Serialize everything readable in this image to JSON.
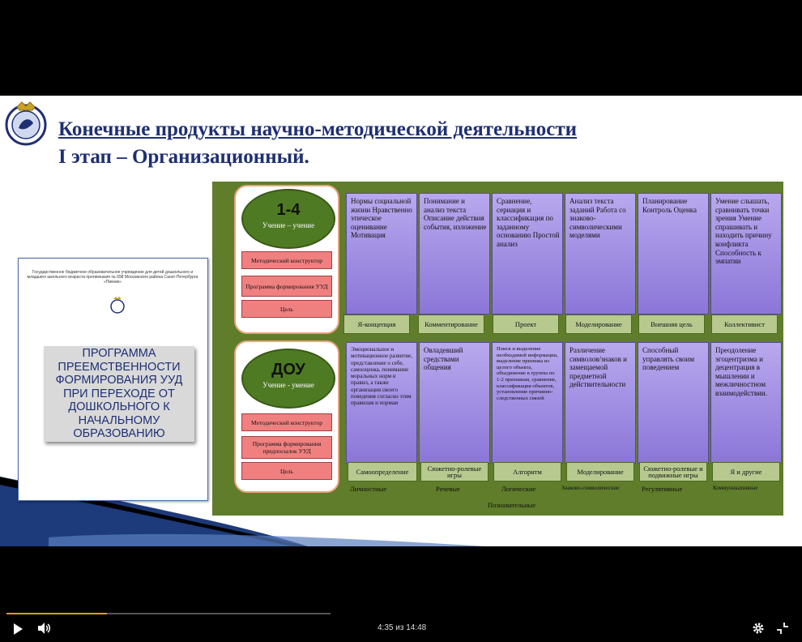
{
  "slide": {
    "title_line1": "Конечные продукты научно-методической деятельности",
    "title_line2": "I этап – Организационный."
  },
  "document": {
    "header": "Государственное бюджетное образовательное учреждение для детей дошкольного и младшего школьного возраста прогимназия № 698 Московского района Санкт-Петербурга «Пикник»",
    "box_title": "ПРОГРАММА ПРЕЕМСТВЕННОСТИ ФОРМИРОВАНИЯ УУД ПРИ ПЕРЕХОДЕ ОТ ДОШКОЛЬНОГО К НАЧАЛЬНОМУ ОБРАЗОВАНИЮ"
  },
  "diagram": {
    "top_group": {
      "label": "1-4",
      "sublabel": "Учение – учение",
      "boxes": [
        "Методический конструктор",
        "Программа формирования УУД",
        "Цель"
      ]
    },
    "bottom_group": {
      "label": "ДОУ",
      "sublabel": "Учение - умение",
      "boxes": [
        "Методический конструктор",
        "Программа формирования предпосылок УУД",
        "Цель"
      ]
    },
    "top_columns": [
      {
        "text": "Нормы социальной жизни Нравственно этическое оценивание Мотивация",
        "foot": "Я-концепция"
      },
      {
        "text": "Понимание и анализ текста Описание действия события, изложение",
        "foot": "Комментирование"
      },
      {
        "text": "Сравнение, сериация и классификация по заданному основанию Простой анализ",
        "foot": "Проект"
      },
      {
        "text": "Анализ текста заданий Работа со знаково-символическими моделями",
        "foot": "Моделирование"
      },
      {
        "text": "Планирование Контроль Оценка",
        "foot": "Внешняя цель"
      },
      {
        "text": "Умение слышать, сравнивать точки зрения Умение спрашивать и находить причину конфликта Способность к эмпатии",
        "foot": "Коллективист"
      }
    ],
    "bottom_columns": [
      {
        "text": "Эмоциональное и мотивационное развитие, представление о себе, самооценка, понимание моральных норм и правил, а также организация своего поведения согласно этим правилам и нормам",
        "foot": "Самоопределение"
      },
      {
        "text": "Овладевший средствами общения",
        "foot": "Сюжетно-ролевые игры"
      },
      {
        "text": "Поиск и выделение необходимой информации, выделение признака из целого объекта, объединение в группы по 1-2 признакам, сравнение, классификация объектов, установление причинно-следственных связей",
        "foot": "Алгоритм"
      },
      {
        "text": "Различение символов/знаков и замещаемой предметной действительности",
        "foot": "Моделирование"
      },
      {
        "text": "Способный управлять своим поведением",
        "foot": "Сюжетно-ролевые и подвижные игры"
      },
      {
        "text": "Преодоление эгоцентризма и децентрация в мышлении и межличностном взаимодействии.",
        "foot": "Я и другие"
      }
    ],
    "category_labels": [
      "Личностные",
      "Речевые",
      "Логические",
      "Знаково-символические",
      "Регулятивные",
      "Коммуникативные"
    ],
    "bottom_caption": "Познавательные"
  },
  "player": {
    "time": "4:35 из 14:48",
    "progress_fraction": 0.31,
    "accent_color": "#d9a400"
  }
}
